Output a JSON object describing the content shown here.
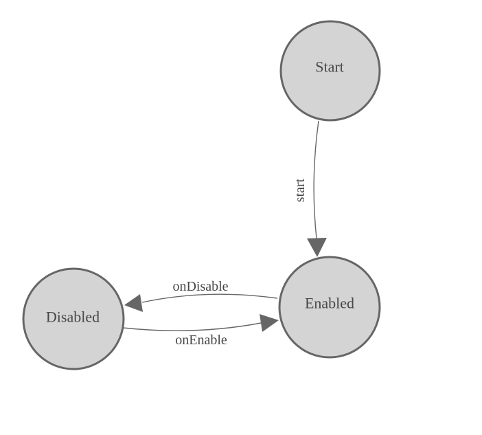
{
  "diagram": {
    "type": "state-machine",
    "colors": {
      "background": "#ffffff",
      "node_fill": "#d4d4d4",
      "node_stroke": "#666666",
      "edge_color": "#666666",
      "text_color": "#474747"
    },
    "nodes": [
      {
        "id": "start",
        "label": "Start"
      },
      {
        "id": "enabled",
        "label": "Enabled"
      },
      {
        "id": "disabled",
        "label": "Disabled"
      }
    ],
    "edges": [
      {
        "from": "Start",
        "to": "Enabled",
        "label": "start"
      },
      {
        "from": "Enabled",
        "to": "Disabled",
        "label": "onDisable"
      },
      {
        "from": "Disabled",
        "to": "Enabled",
        "label": "onEnable"
      }
    ]
  }
}
